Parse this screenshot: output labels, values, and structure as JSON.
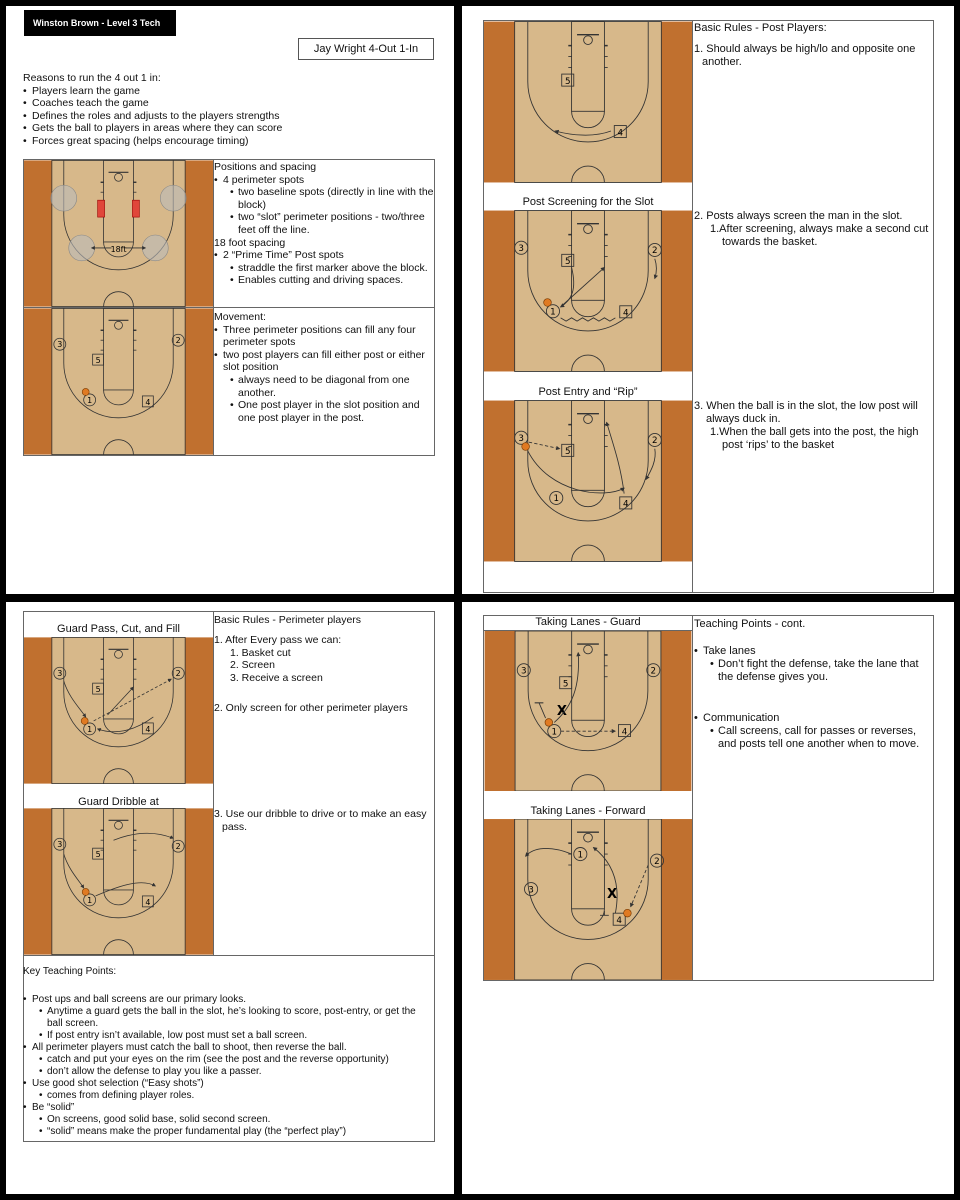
{
  "page1": {
    "author_label": "Winston Brown - Level 3 Tech",
    "title": "Jay Wright 4-Out 1-In",
    "reasons_heading": "Reasons to run the 4 out 1 in:",
    "reasons": [
      "Players learn the game",
      "Coaches teach the game",
      "Defines the roles and adjusts to the players strengths",
      "Gets the ball to players in areas where they can score",
      "Forces great spacing (helps encourage timing)"
    ],
    "positions": {
      "heading": "Positions and spacing",
      "l1_perimeter": "4 perimeter spots",
      "l2_baseline": "two baseline spots (directly in line with the block)",
      "l2_slot": "two “slot” perimeter positions - two/three feet off the line.",
      "spacing": "18 foot spacing",
      "l1_prime": "2 “Prime Time” Post spots",
      "l2_straddle": "straddle the first marker above the block.",
      "l2_enables": "Enables cutting and driving spaces."
    },
    "movement": {
      "heading": "Movement:",
      "l1_three": "Three perimeter positions can fill any four perimeter spots",
      "l1_two": "two post players can fill either post or either slot position",
      "l2_diag": "always need to be diagonal from one another.",
      "l2_one": "One post player in the slot position and one post player in the post."
    }
  },
  "page2": {
    "heading": "Basic Rules - Post Players:",
    "rule1": "1. Should always be high/lo and opposite one another.",
    "caption1": "Post Screening for the Slot",
    "rule2": "2. Posts always screen the man in the slot.",
    "rule2a": "1.After screening, always make a second cut towards the basket.",
    "caption2": "Post Entry and “Rip”",
    "rule3": "3. When the ball is in the slot, the low post will always duck in.",
    "rule3a": "1.When the ball gets into the post, the high post ‘rips’ to the basket"
  },
  "page3": {
    "caption1": "Guard Pass, Cut, and Fill",
    "heading": "Basic Rules - Perimeter players",
    "rule1": "1. After Every pass we can:",
    "sub": [
      "1. Basket cut",
      "2. Screen",
      "3. Receive a screen"
    ],
    "rule2": "2. Only screen for other perimeter players",
    "caption2": "Guard Dribble at",
    "rule3": "3. Use our dribble to drive or to make an easy pass.",
    "key_heading": "Key Teaching Points:",
    "k1": "Post ups and ball screens are our primary looks.",
    "k1a": "Anytime a guard gets the ball in the slot, he’s looking to score, post-entry, or get the ball screen.",
    "k1b": "If post entry isn’t available, low post must set a ball screen.",
    "k2": "All perimeter players must catch the ball to shoot, then reverse the ball.",
    "k2a": "catch and put your eyes on the rim (see the post and the reverse opportunity)",
    "k2b": "don’t allow the defense to play you like a passer.",
    "k3": "Use good shot selection (“Easy shots”)",
    "k3a": "comes from defining player roles.",
    "k4": "Be “solid”",
    "k4a": "On screens, good solid base, solid second screen.",
    "k4b": "“solid” means make the proper fundamental play (the “perfect play”)"
  },
  "page4": {
    "caption1": "Taking Lanes - Guard",
    "heading": "Teaching Points - cont.",
    "p1": "Take lanes",
    "p1a": "Don’t fight the defense, take the lane that the defense gives you.",
    "p2": "Communication",
    "p2a": "Call screens, call for passes or reverses, and posts tell one another when to move.",
    "caption2": "Taking Lanes - Forward"
  },
  "markers": {
    "one": "1",
    "two": "2",
    "three": "3",
    "four": "4",
    "five": "5",
    "x": "X"
  },
  "colors": {
    "wood_dark": "#c0702f",
    "wood_light": "#d7b88a",
    "page_bg": "#ffffff",
    "frame": "#000000",
    "screen_red": "#e0463a"
  }
}
